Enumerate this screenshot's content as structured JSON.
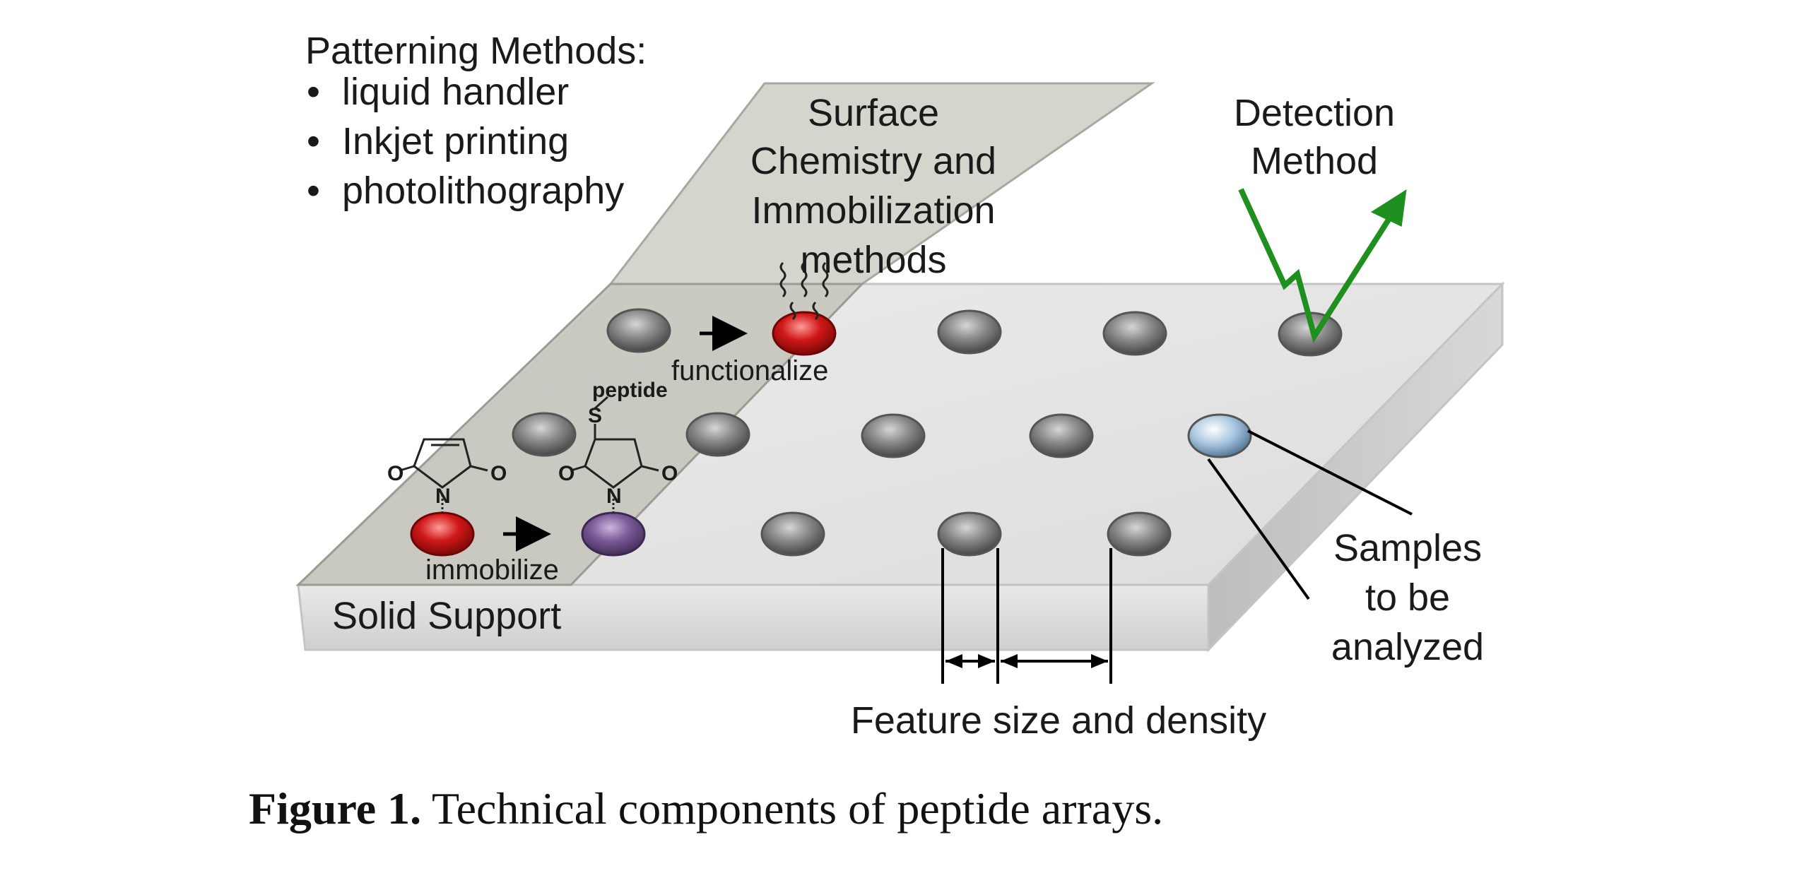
{
  "patterning": {
    "title": "Patterning Methods:",
    "items": [
      "liquid handler",
      "Inkjet printing",
      "photolithography"
    ]
  },
  "surface_chem": {
    "lines": [
      "Surface",
      "Chemistry and",
      "Immobilization",
      "methods"
    ]
  },
  "detection": {
    "lines": [
      "Detection",
      "Method"
    ],
    "arrow_color": "#1f8f1f"
  },
  "samples": {
    "lines": [
      "Samples",
      "to be",
      "analyzed"
    ]
  },
  "solid_support": "Solid Support",
  "feature_size": "Feature size and density",
  "chem_labels": {
    "functionalize": "functionalize",
    "peptide": "peptide",
    "immobilize": "immobilize",
    "S": "S",
    "N1": "N",
    "N2": "N",
    "O1": "O",
    "O2": "O",
    "O3": "O",
    "O4": "O"
  },
  "colors": {
    "well_red": "#d01818",
    "well_purple": "#7b5a98",
    "well_sample": "#a9c6e0",
    "detection_green": "#1f8f1f"
  },
  "caption": {
    "label": "Figure 1.",
    "text": " Technical components of peptide arrays."
  }
}
